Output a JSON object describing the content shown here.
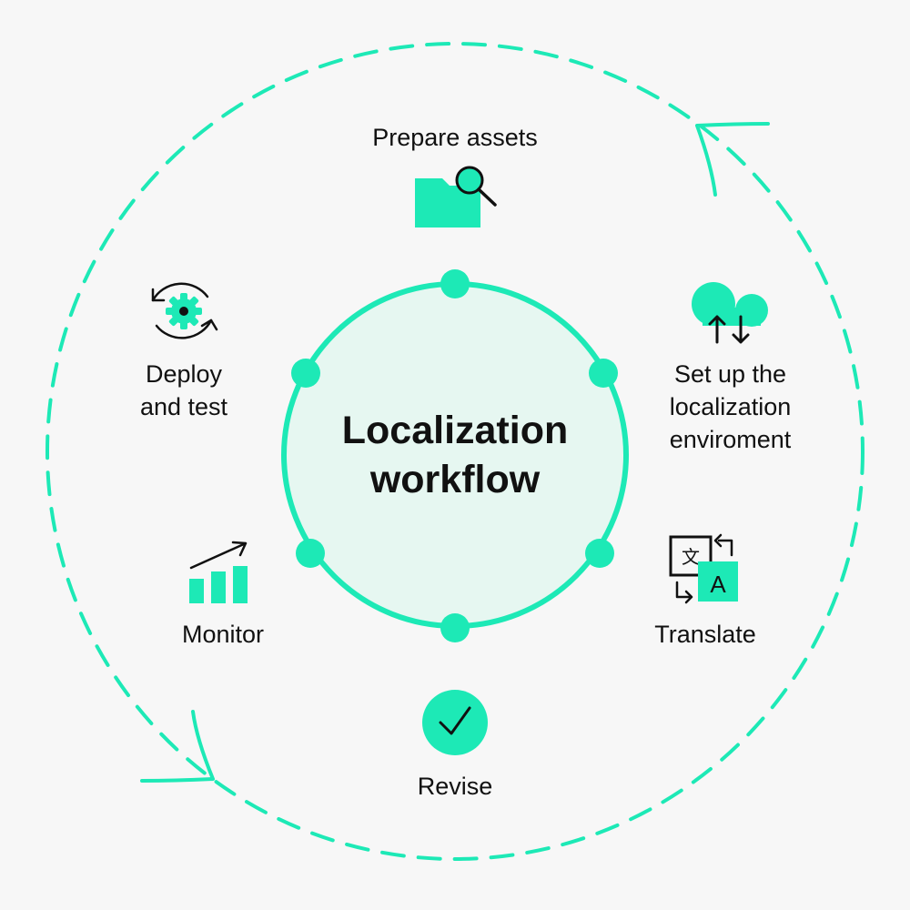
{
  "diagram": {
    "center_title": "Localization\nworkflow",
    "steps": [
      {
        "id": "prepare",
        "label": "Prepare assets",
        "icon": "folder-search-icon"
      },
      {
        "id": "setup",
        "label": "Set up the\nlocalization\nenviroment",
        "icon": "cloud-sync-icon"
      },
      {
        "id": "translate",
        "label": "Translate",
        "icon": "translate-icon"
      },
      {
        "id": "revise",
        "label": "Revise",
        "icon": "check-circle-icon"
      },
      {
        "id": "monitor",
        "label": "Monitor",
        "icon": "growth-chart-icon"
      },
      {
        "id": "deploy",
        "label": "Deploy\nand test",
        "icon": "gear-refresh-icon"
      }
    ]
  },
  "colors": {
    "accent": "#1de9b6",
    "accent_fill": "#e6f7f1",
    "background": "#f7f7f7",
    "text": "#111111"
  }
}
